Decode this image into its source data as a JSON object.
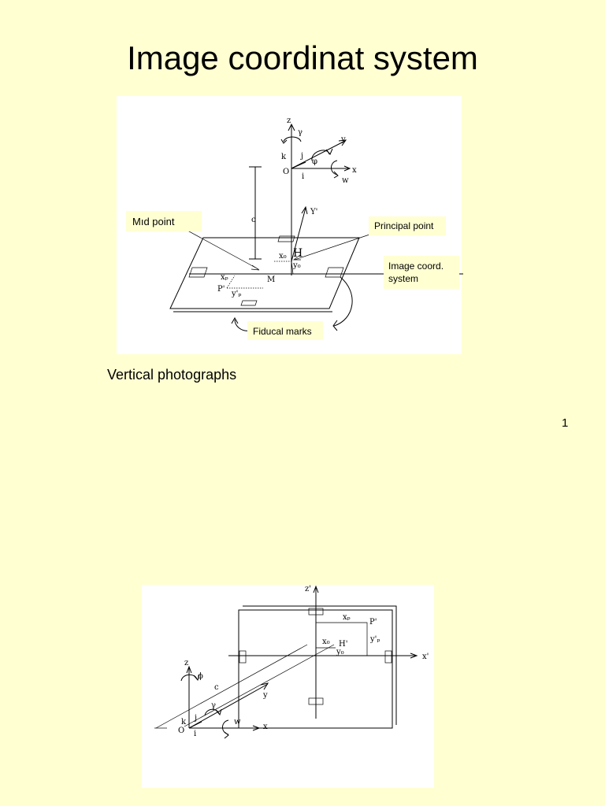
{
  "slide": {
    "title": "Image coordinat system",
    "caption": "Vertical photographs",
    "page_number": "1"
  },
  "diagram1": {
    "labels": {
      "mid_point": "Mıd point",
      "principal_point": "Principal point",
      "image_coord": "Image coord.",
      "system": "system",
      "fiducal_marks": "Fiducal marks"
    },
    "symbols": {
      "z": "z",
      "y": "y",
      "x": "x",
      "gamma": "γ",
      "phi": "φ",
      "w": "w",
      "k": "k",
      "j": "j",
      "i": "i",
      "O": "O",
      "c": "c",
      "Yprime": "Y'",
      "H": "H",
      "M": "M",
      "x0": "x₀",
      "y0": "y₀",
      "xp": "xₚ",
      "yp": "y'ₚ",
      "P": "P'"
    }
  },
  "diagram2": {
    "symbols": {
      "zprime": "z'",
      "xprime": "x'",
      "xp": "xₚ",
      "Pprime": "P'",
      "yp": "y'ₚ",
      "x0": "x₀",
      "Hprime": "H'",
      "y0": "y₀",
      "z": "z",
      "phi": "ϕ",
      "c": "c",
      "gamma": "γ",
      "y": "y",
      "k": "k",
      "j": "j",
      "w": "w",
      "O": "O",
      "i": "i",
      "x": "x"
    }
  }
}
